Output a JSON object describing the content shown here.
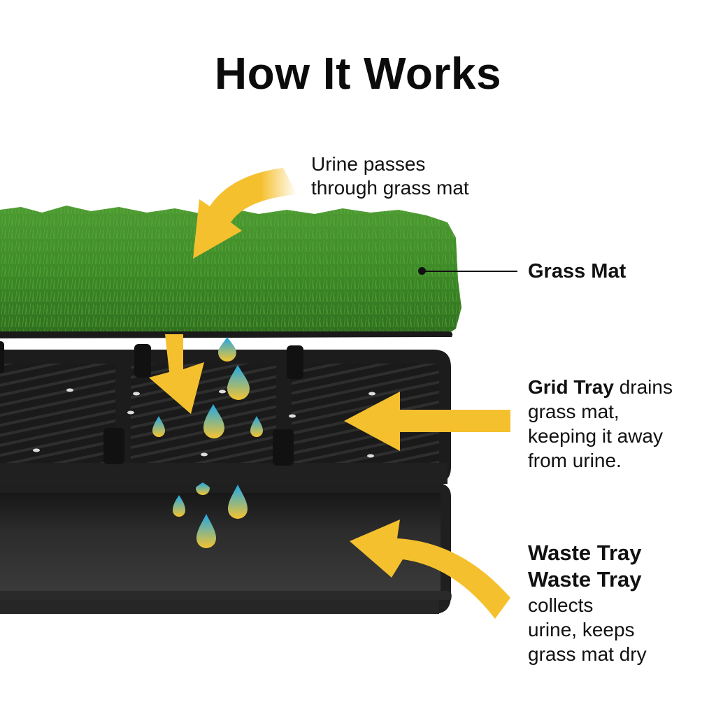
{
  "title": "How It Works",
  "annotations": {
    "urine_passes": {
      "lines": [
        "Urine passes",
        "through grass mat"
      ]
    },
    "grass_mat": {
      "label": "Grass Mat"
    },
    "grid_tray": {
      "bold": "Grid Tray",
      "rest_first_line": " drains",
      "lines": [
        "grass mat,",
        "keeping it away",
        "from urine."
      ]
    },
    "waste_tray": {
      "bold_lines": [
        "Waste Tray",
        "Waste Tray"
      ],
      "lines": [
        "collects",
        "urine, keeps",
        "grass mat dry"
      ]
    }
  },
  "layers": [
    {
      "name": "Grass Mat",
      "color": "#3f8a2a"
    },
    {
      "name": "Grid Tray",
      "color": "#1c1c1c"
    },
    {
      "name": "Waste Tray",
      "color": "#262626"
    }
  ],
  "colors": {
    "arrow": "#f5c02e",
    "drop_top": "#27a8e0",
    "drop_bottom": "#f4c430",
    "tray": "#1e1e1e",
    "background": "#ffffff"
  }
}
